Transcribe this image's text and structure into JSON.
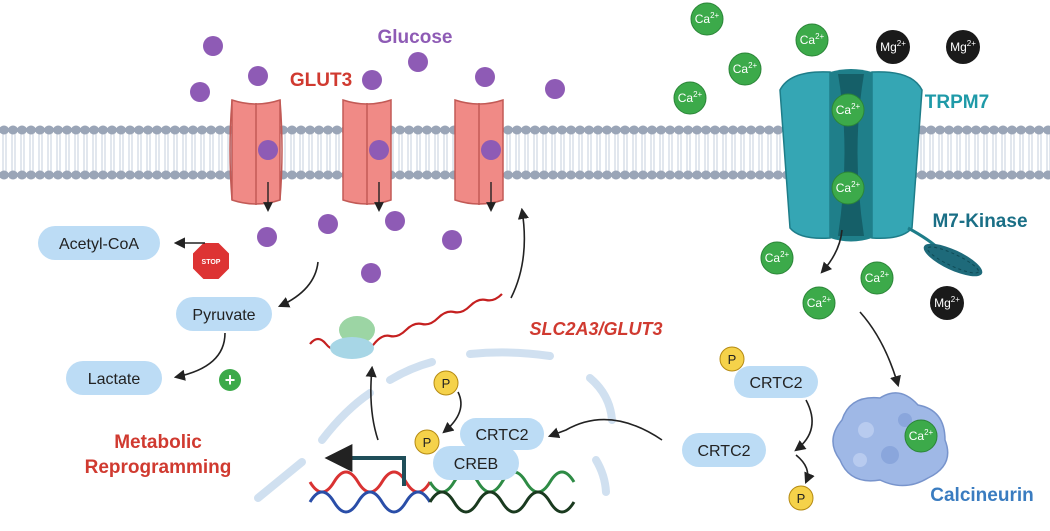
{
  "labels": {
    "glucose": "Glucose",
    "glut3": "GLUT3",
    "trpm7": "TRPM7",
    "m7_kinase": "M7-Kinase",
    "acetyl_coa": "Acetyl-CoA",
    "stop": "STOP",
    "pyruvate": "Pyruvate",
    "lactate": "Lactate",
    "plus": "+",
    "gene": "SLC2A3/GLUT3",
    "metabolic_line1": "Metabolic",
    "metabolic_line2": "Reprogramming",
    "crtc2": "CRTC2",
    "creb": "CREB",
    "phospho": "P",
    "calcineurin": "Calcineurin",
    "ca_base": "Ca",
    "mg_base": "Mg",
    "ion_charge": "2+"
  },
  "colors": {
    "glucose": "#8e5bb5",
    "glut3": "#f08a86",
    "trpm7": "#35a6b4",
    "calcium": "#3caa4a",
    "magnesium": "#1a1a1a",
    "pill": "#bcdcf5",
    "phospho": "#f5d24a",
    "red_label": "#d03a30",
    "teal_label": "#1f9aa8",
    "blue_label": "#3a7cc0",
    "calcineurin": "#9fb8e6"
  },
  "icons": {
    "stop": "stop-sign-icon",
    "plus": "plus-icon",
    "ribosome": "ribosome-icon",
    "dna": "dna-helix-icon"
  }
}
